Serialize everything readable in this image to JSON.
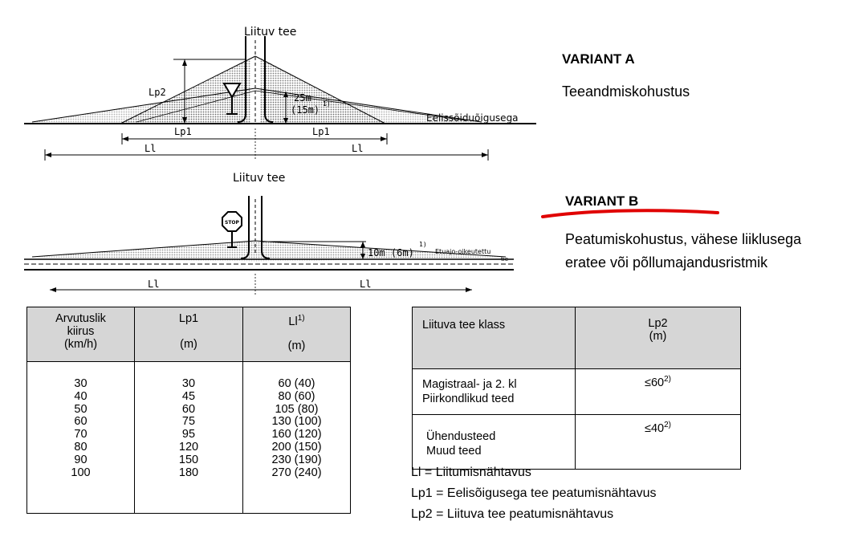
{
  "diagram_a": {
    "road_label": "Liituv tee",
    "lp2": "Lp2",
    "distance": "25m",
    "distance_alt": "(15m)",
    "footnote": "1)",
    "priority_road": "Eelissõiduõigusega",
    "lp1_left": "Lp1",
    "lp1_right": "Lp1",
    "ll_left": "Ll",
    "ll_right": "Ll"
  },
  "diagram_b": {
    "road_label": "Liituv tee",
    "stop": "STOP",
    "distance": "10m (6m)",
    "footnote": "1)",
    "priority_road_line1": "Etuajo-oikeutettu",
    "priority_road_line2": "tie",
    "ll_left": "Ll",
    "ll_right": "Ll"
  },
  "variant_a": {
    "title": "VARIANT A",
    "desc": "Teeandmiskohustus"
  },
  "variant_b": {
    "title": "VARIANT B",
    "desc_line1": "Peatumiskohustus, vähese liiklusega",
    "desc_line2": "eratee või põllumajandusristmik",
    "highlight_color": "#e00000"
  },
  "table1": {
    "headers": [
      {
        "line1": "Arvutuslik",
        "line2": "kiirus",
        "line3": "(km/h)"
      },
      {
        "line1": "Lp1",
        "line2": "(m)"
      },
      {
        "line1": "Ll",
        "sup": "1)",
        "line2": "(m)"
      }
    ],
    "speeds": "30\n40\n50\n60\n70\n80\n90\n100",
    "lp1": "30\n45\n60\n75\n95\n120\n150\n180",
    "ll": "60 (40)\n80 (60)\n105 (80)\n130 (100)\n160 (120)\n200 (150)\n230 (190)\n270 (240)"
  },
  "table2": {
    "header_class": "Liituva tee klass",
    "header_lp2_line1": "Lp2",
    "header_lp2_line2": "(m)",
    "rows": [
      {
        "line1": "Magistraal- ja 2. kl",
        "line2": "Piirkondlikud teed",
        "value": "≤60",
        "sup": "2)"
      },
      {
        "line1": "Ühendusteed",
        "line2": "Muud teed",
        "value": "≤40",
        "sup": "2)"
      }
    ]
  },
  "legend": {
    "ll": "Ll = Liitumisnähtavus",
    "lp1": "Lp1 = Eelisõigusega tee peatumisnähtavus",
    "lp2": "Lp2 = Liituva tee peatumisnähtavus"
  }
}
